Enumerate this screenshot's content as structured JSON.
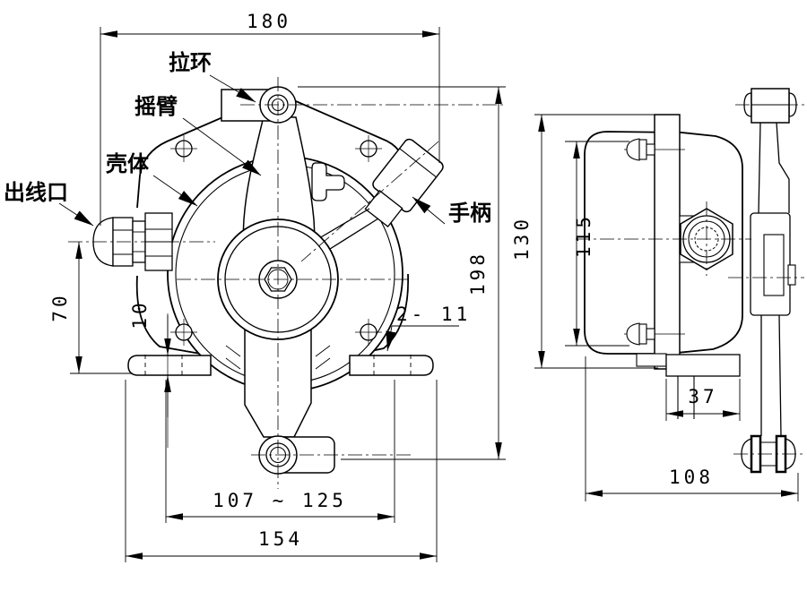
{
  "front_view": {
    "labels": {
      "pull_ring": "拉环",
      "rocker_arm": "摇臂",
      "housing": "壳体",
      "wire_outlet": "出线口",
      "handle": "手柄",
      "mount_holes": "2- 11"
    },
    "dimensions": {
      "overall_width": "180",
      "overall_height": "198",
      "outlet_to_base": "70",
      "foot_thickness": "10",
      "slot_span": "107 ~ 125",
      "base_width": "154"
    }
  },
  "side_view": {
    "dimensions": {
      "plate_height": "130",
      "body_height": "115",
      "flange_width": "37",
      "overall_depth": "108"
    }
  },
  "colors": {
    "line": "#000000",
    "background": "#ffffff"
  }
}
